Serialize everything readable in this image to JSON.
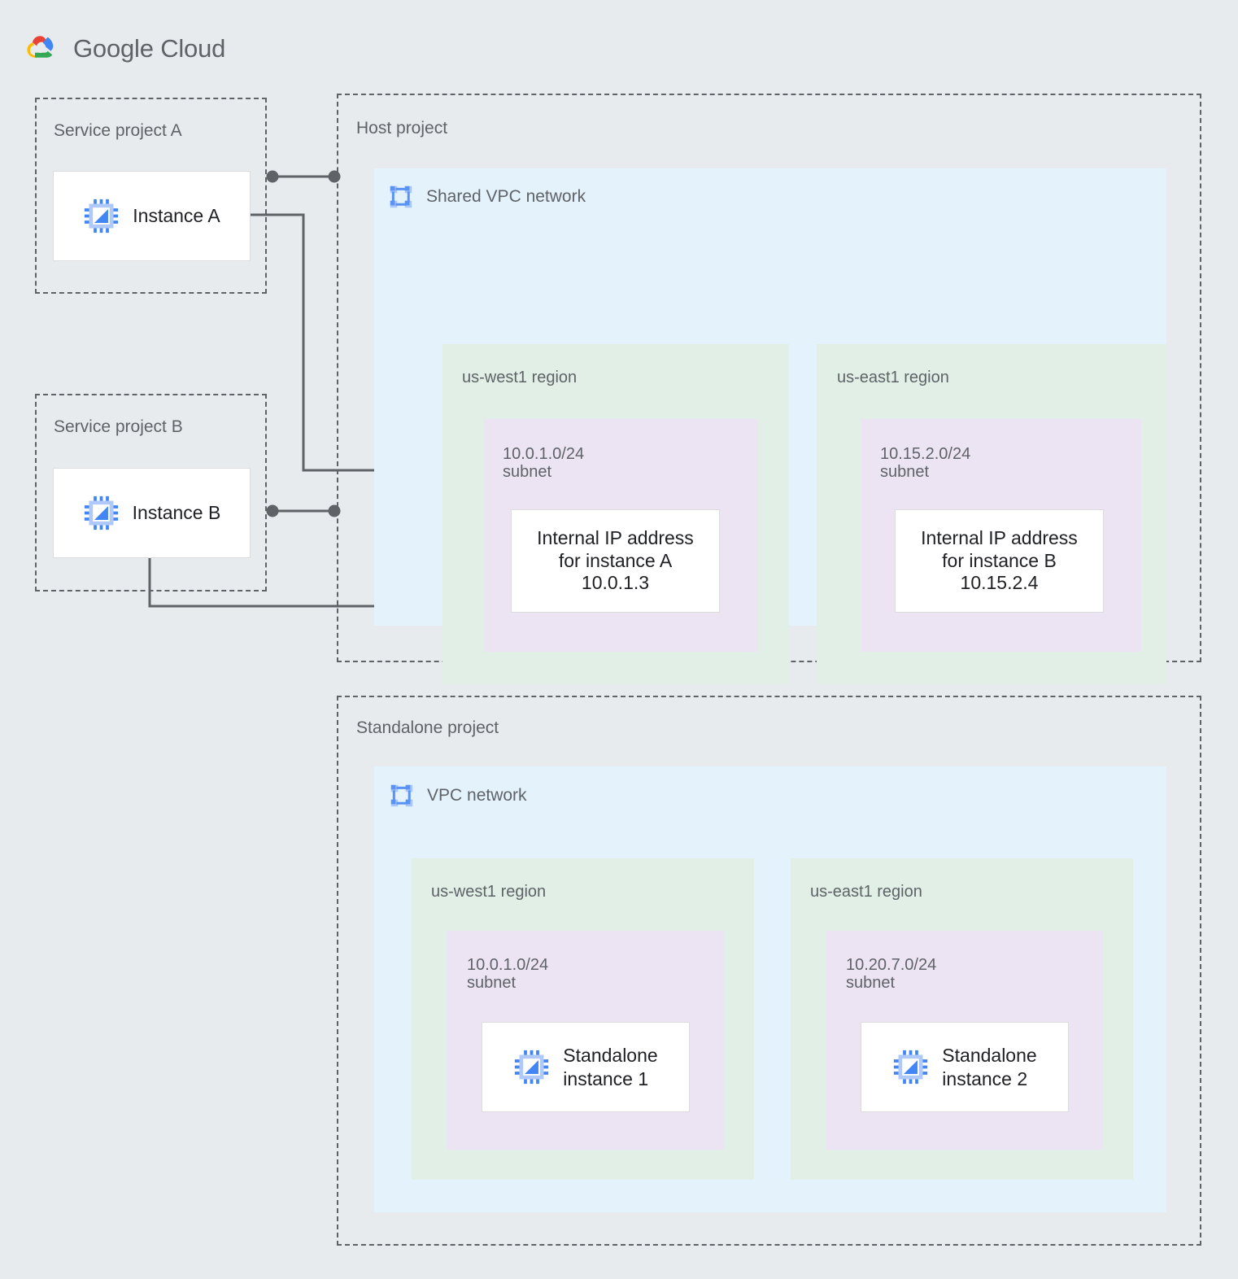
{
  "brand": {
    "name_bold": "Google",
    "name_light": "Cloud",
    "logo_icon": "google-cloud-logo",
    "colors": {
      "red": "#ea4335",
      "blue": "#4285f4",
      "yellow": "#fbbc05",
      "green": "#34a853"
    }
  },
  "palette": {
    "page_background": "#e8ebed",
    "network_fill": "#e3f2fb",
    "region_fill": "#e2efe6",
    "subnet_fill": "#ece4f2",
    "box_fill": "#ffffff",
    "line": "#5f6368",
    "text_muted": "#5f6368",
    "text_strong": "#202124",
    "icon_blue": "#4285f4",
    "icon_blue_light": "#a8c7fa"
  },
  "service_project_a": {
    "label": "Service project A",
    "instance": {
      "label": "Instance A",
      "icon": "cpu-chip-icon"
    }
  },
  "service_project_b": {
    "label": "Service project B",
    "instance": {
      "label": "Instance B",
      "icon": "cpu-chip-icon"
    }
  },
  "host_project": {
    "label": "Host project",
    "network": {
      "label": "Shared VPC network",
      "icon": "vpc-network-icon"
    },
    "regions": [
      {
        "label": "us-west1 region",
        "subnet": {
          "cidr": "10.0.1.0/24",
          "suffix": "subnet",
          "label": "10.0.1.0/24\nsubnet"
        },
        "resource": {
          "label": "Internal IP address\nfor instance A\n10.0.1.3",
          "line1": "Internal IP address",
          "line2": "for instance A",
          "ip": "10.0.1.3"
        }
      },
      {
        "label": "us-east1 region",
        "subnet": {
          "cidr": "10.15.2.0/24",
          "suffix": "subnet",
          "label": "10.15.2.0/24\nsubnet"
        },
        "resource": {
          "label": "Internal IP address\nfor instance B\n10.15.2.4",
          "line1": "Internal IP address",
          "line2": "for instance B",
          "ip": "10.15.2.4"
        }
      }
    ]
  },
  "standalone_project": {
    "label": "Standalone project",
    "network": {
      "label": "VPC network",
      "icon": "vpc-network-icon"
    },
    "regions": [
      {
        "label": "us-west1 region",
        "subnet": {
          "cidr": "10.0.1.0/24",
          "suffix": "subnet",
          "label": "10.0.1.0/24\nsubnet"
        },
        "instance": {
          "label": "Standalone\ninstance 1",
          "icon": "cpu-chip-icon"
        }
      },
      {
        "label": "us-east1 region",
        "subnet": {
          "cidr": "10.20.7.0/24",
          "suffix": "subnet",
          "label": "10.20.7.0/24\nsubnet"
        },
        "instance": {
          "label": "Standalone\ninstance 2",
          "icon": "cpu-chip-icon"
        }
      }
    ]
  }
}
